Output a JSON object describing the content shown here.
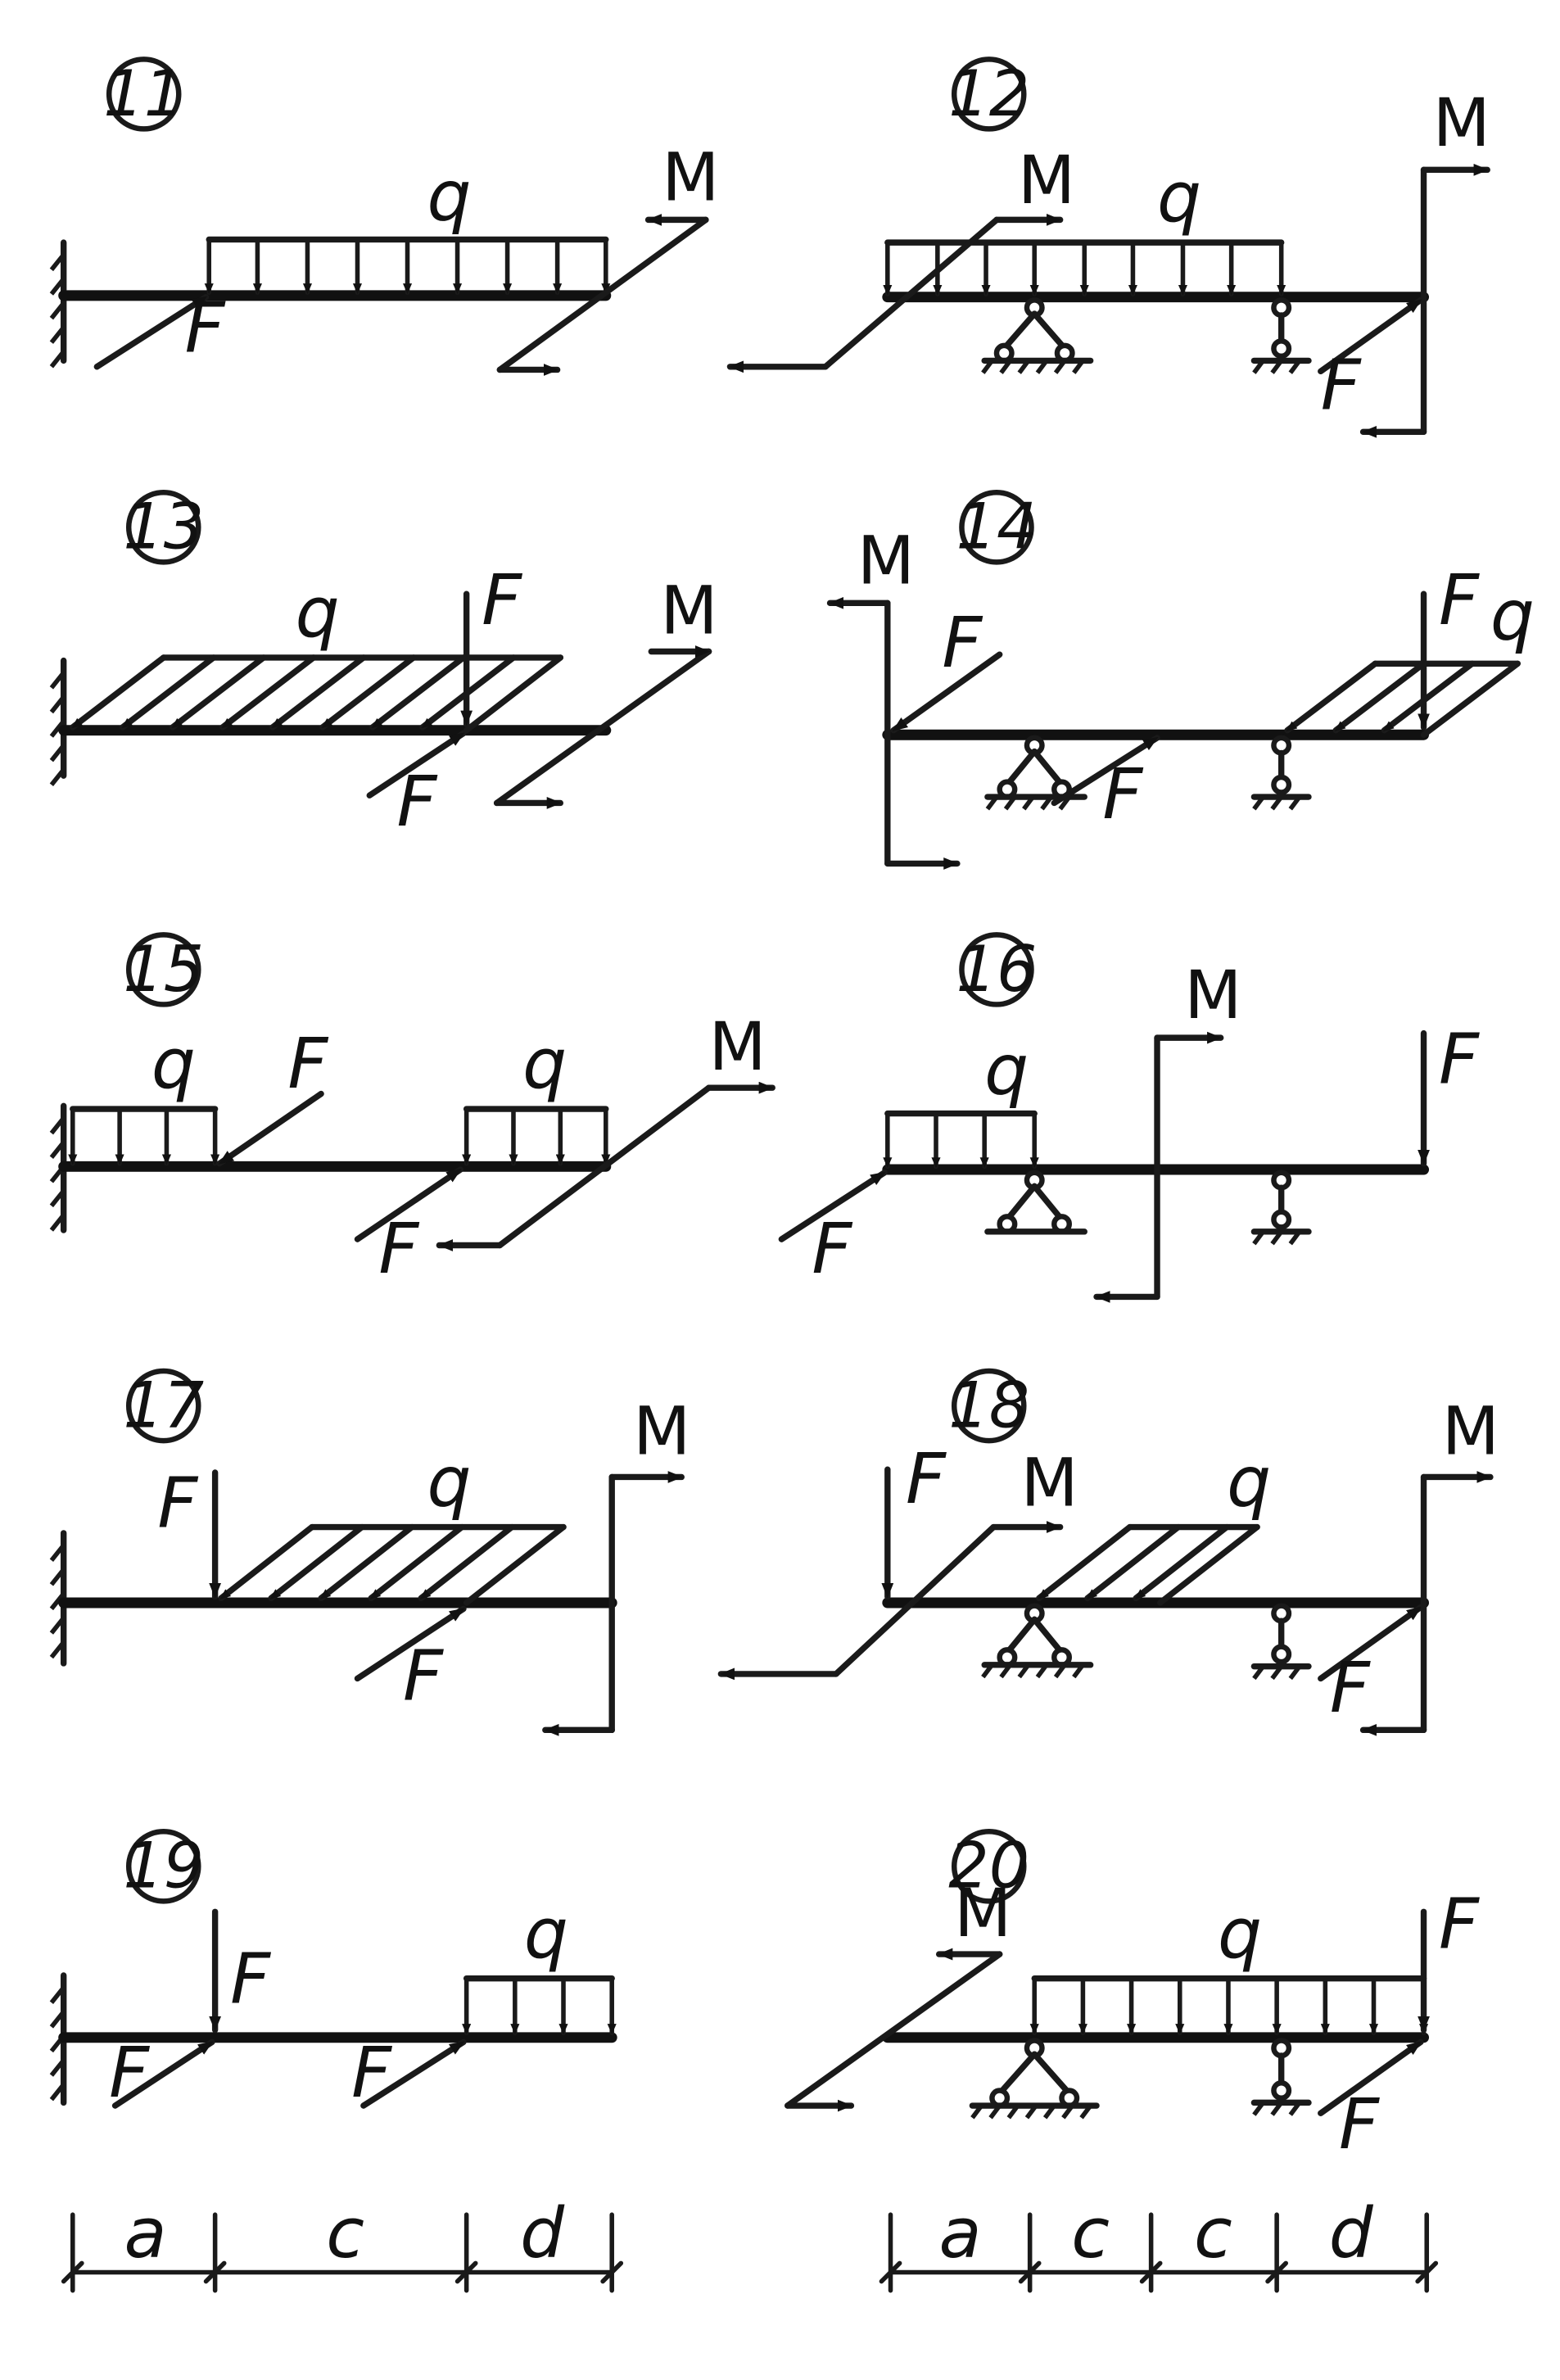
{
  "problems": [
    {
      "number": "11"
    },
    {
      "number": "12"
    },
    {
      "number": "13"
    },
    {
      "number": "14"
    },
    {
      "number": "15"
    },
    {
      "number": "16"
    },
    {
      "number": "17"
    },
    {
      "number": "18"
    },
    {
      "number": "19"
    },
    {
      "number": "20"
    }
  ],
  "labels": {
    "q": "q",
    "F": "F",
    "M": "M"
  },
  "dimensions": {
    "left": [
      "a",
      "c",
      "d"
    ],
    "right": [
      "a",
      "c",
      "c",
      "d"
    ]
  }
}
